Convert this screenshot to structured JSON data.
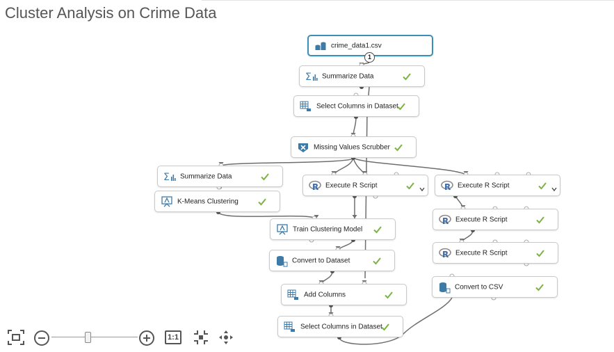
{
  "experiment": {
    "title": "Cluster Analysis on Crime Data"
  },
  "colors": {
    "accent": "#3a8fb7",
    "check": "#7cb342",
    "wire": "#6e6e6e"
  },
  "modules": [
    {
      "id": "dataset",
      "label": "crime_data1.csv",
      "icon": "dataset-icon",
      "status": "none",
      "selected": true
    },
    {
      "id": "summ1",
      "label": "Summarize Data",
      "icon": "summarize-icon",
      "status": "complete"
    },
    {
      "id": "sel1",
      "label": "Select Columns in Dataset",
      "icon": "select-columns-icon",
      "status": "complete"
    },
    {
      "id": "mvs",
      "label": "Missing Values Scrubber",
      "icon": "scrubber-icon",
      "status": "complete"
    },
    {
      "id": "summ2",
      "label": "Summarize Data",
      "icon": "summarize-icon",
      "status": "complete"
    },
    {
      "id": "kmeans",
      "label": "K-Means Clustering",
      "icon": "clustering-icon",
      "status": "complete"
    },
    {
      "id": "r1",
      "label": "Execute R Script",
      "icon": "r-script-icon",
      "status": "complete",
      "dropdown": true
    },
    {
      "id": "r2",
      "label": "Execute R Script",
      "icon": "r-script-icon",
      "status": "complete",
      "dropdown": true
    },
    {
      "id": "train",
      "label": "Train Clustering Model",
      "icon": "clustering-icon",
      "status": "complete"
    },
    {
      "id": "r3",
      "label": "Execute R Script",
      "icon": "r-script-icon",
      "status": "complete"
    },
    {
      "id": "r4",
      "label": "Execute R Script",
      "icon": "r-script-icon",
      "status": "complete"
    },
    {
      "id": "conv",
      "label": "Convert to Dataset",
      "icon": "convert-icon",
      "status": "complete"
    },
    {
      "id": "addcol",
      "label": "Add Columns",
      "icon": "select-columns-icon",
      "status": "complete"
    },
    {
      "id": "csv",
      "label": "Convert to CSV",
      "icon": "convert-icon",
      "status": "complete"
    },
    {
      "id": "sel2",
      "label": "Select Columns in Dataset",
      "icon": "select-columns-icon",
      "status": "complete"
    }
  ],
  "output_badge": "1",
  "toolbar": {
    "fit_label": "1:1",
    "zoom": {
      "level": 0.42
    },
    "items": [
      "fit-screen-icon",
      "zoom-out-icon",
      "zoom-in-icon",
      "actual-size-icon",
      "minimap-icon",
      "pan-icon"
    ]
  }
}
